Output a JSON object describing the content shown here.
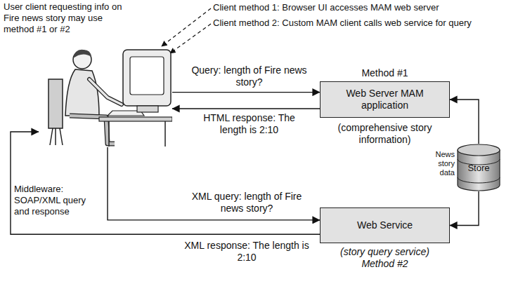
{
  "diagram": {
    "nodes": [
      {
        "text": [
          "User client requesting info on Fire news story may use method #1 or #2"
        ]
      },
      {
        "text": [
          "Method #1",
          "Web Server MAM application",
          "(comprehensive story information)"
        ]
      },
      {
        "text": [
          "Web Service",
          "(story query service) Method #2"
        ]
      },
      {
        "text": [
          "Store"
        ]
      }
    ],
    "edges": [
      {
        "from": 0,
        "to": 1,
        "label": "Query: length of Fire news story?",
        "arrow": "to"
      },
      {
        "from": 1,
        "to": 0,
        "label": "HTML response: The length is 2:10",
        "arrow": "to"
      },
      {
        "from": 0,
        "to": 2,
        "label": "XML query: length of Fire news story?",
        "arrow": "to"
      },
      {
        "from": 2,
        "to": 0,
        "label": "XML response: The length is 2:10",
        "arrow": "to"
      },
      {
        "from": 3,
        "to": 1,
        "arrow": "to"
      },
      {
        "from": 3,
        "to": 2,
        "arrow": "to"
      }
    ],
    "labels": [
      "Client method 1: Browser UI accesses MAM web server",
      "Client method 2: Custom MAM client calls web service for query",
      "Middleware: SOAP/XML query and response",
      "News story data"
    ]
  }
}
